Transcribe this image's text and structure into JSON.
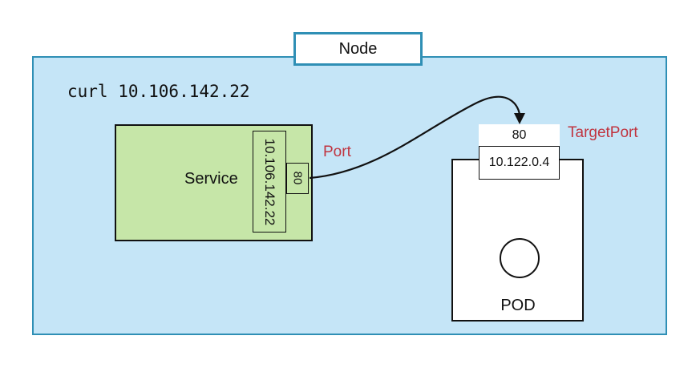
{
  "node": {
    "label": "Node"
  },
  "command": {
    "text": "curl 10.106.142.22"
  },
  "service": {
    "label": "Service",
    "cluster_ip": "10.106.142.22",
    "port": "80",
    "port_caption": "Port"
  },
  "pod": {
    "label": "POD",
    "ip": "10.122.0.4",
    "target_port": "80",
    "target_port_caption": "TargetPort"
  },
  "colors": {
    "node_fill": "#c5e5f7",
    "node_border": "#2f8fb5",
    "service_fill": "#c6e6a8",
    "caption_red": "#c0343f"
  }
}
